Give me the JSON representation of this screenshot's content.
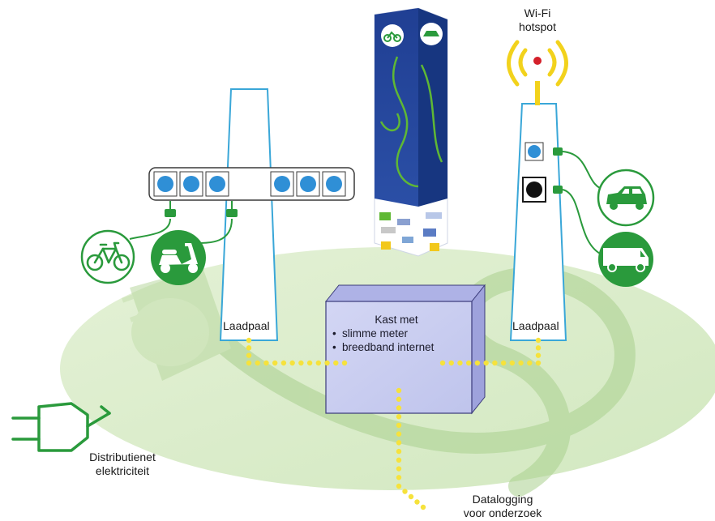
{
  "labels": {
    "wifi_line1": "Wi-Fi",
    "wifi_line2": "hotspot",
    "laadpaal_left": "Laadpaal",
    "laadpaal_right": "Laadpaal",
    "box_title": "Kast met",
    "box_items": [
      "slimme meter",
      "breedband internet"
    ],
    "grid_line1": "Distributienet",
    "grid_line2": "elektriciteit",
    "datalog_line1": "Datalogging",
    "datalog_line2": "voor onderzoek"
  },
  "icons": {
    "left_post_sockets": 6,
    "right_post_sockets": [
      "blue-socket-icon",
      "black-socket-icon"
    ],
    "left_vehicles": [
      "bicycle-icon",
      "scooter-icon"
    ],
    "right_vehicles": [
      "car-icon",
      "van-icon"
    ]
  },
  "colors": {
    "green": "#2a9a3c",
    "light_green_disc": "#d9ecc9",
    "post_outline": "#3aa7d8",
    "socket_blue": "#2f8fd6",
    "data_dots": "#f6e23c",
    "box_fill": "#c9cdf0",
    "pillar_blue": "#1f3d8f"
  }
}
